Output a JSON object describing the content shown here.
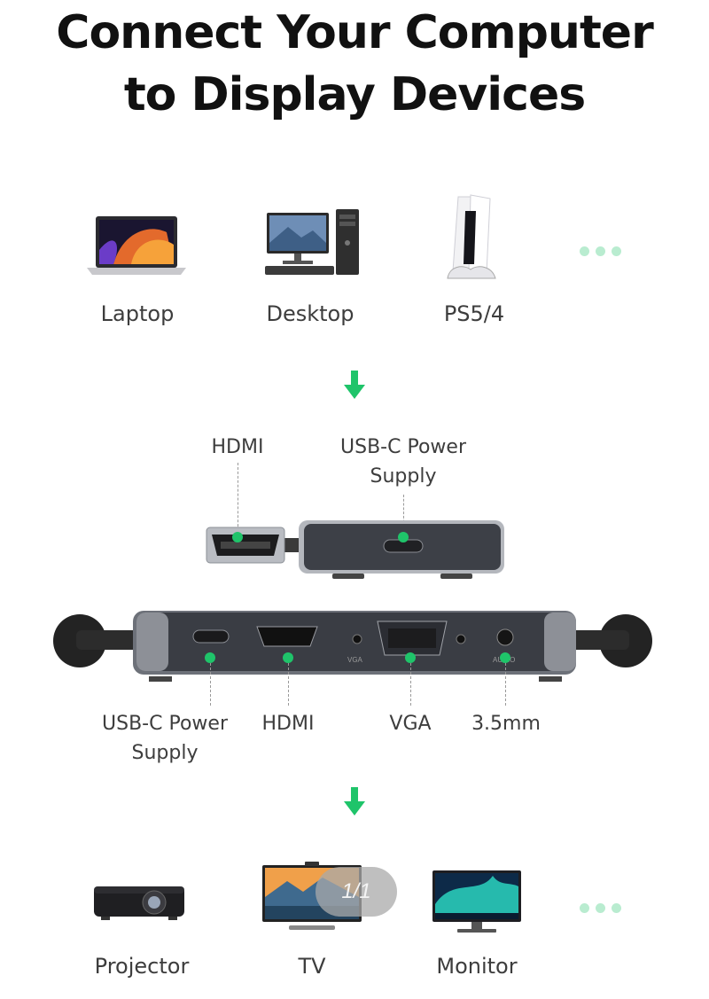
{
  "title": {
    "line1": "Connect Your Computer",
    "line2": "to Display Devices"
  },
  "sources": [
    {
      "label": "Laptop",
      "icon": "laptop-icon"
    },
    {
      "label": "Desktop",
      "icon": "desktop-icon"
    },
    {
      "label": "PS5/4",
      "icon": "console-icon"
    }
  ],
  "adapter_top": {
    "hdmi_label": "HDMI",
    "power_label_line1": "USB-C Power",
    "power_label_line2": "Supply"
  },
  "adapter_ports": {
    "usbc_line1": "USB-C Power",
    "usbc_line2": "Supply",
    "hdmi": "HDMI",
    "vga": "VGA",
    "audio": "3.5mm",
    "vga_mark": "VGA",
    "audio_mark": "AUDIO"
  },
  "displays": [
    {
      "label": "Projector",
      "icon": "projector-icon"
    },
    {
      "label": "TV",
      "icon": "tv-icon"
    },
    {
      "label": "Monitor",
      "icon": "monitor-icon"
    }
  ],
  "pager": {
    "text": "1/1"
  },
  "colors": {
    "accent": "#1fc46a",
    "accent_light": "#b9ecd0",
    "device_dark": "#3a3d44"
  }
}
